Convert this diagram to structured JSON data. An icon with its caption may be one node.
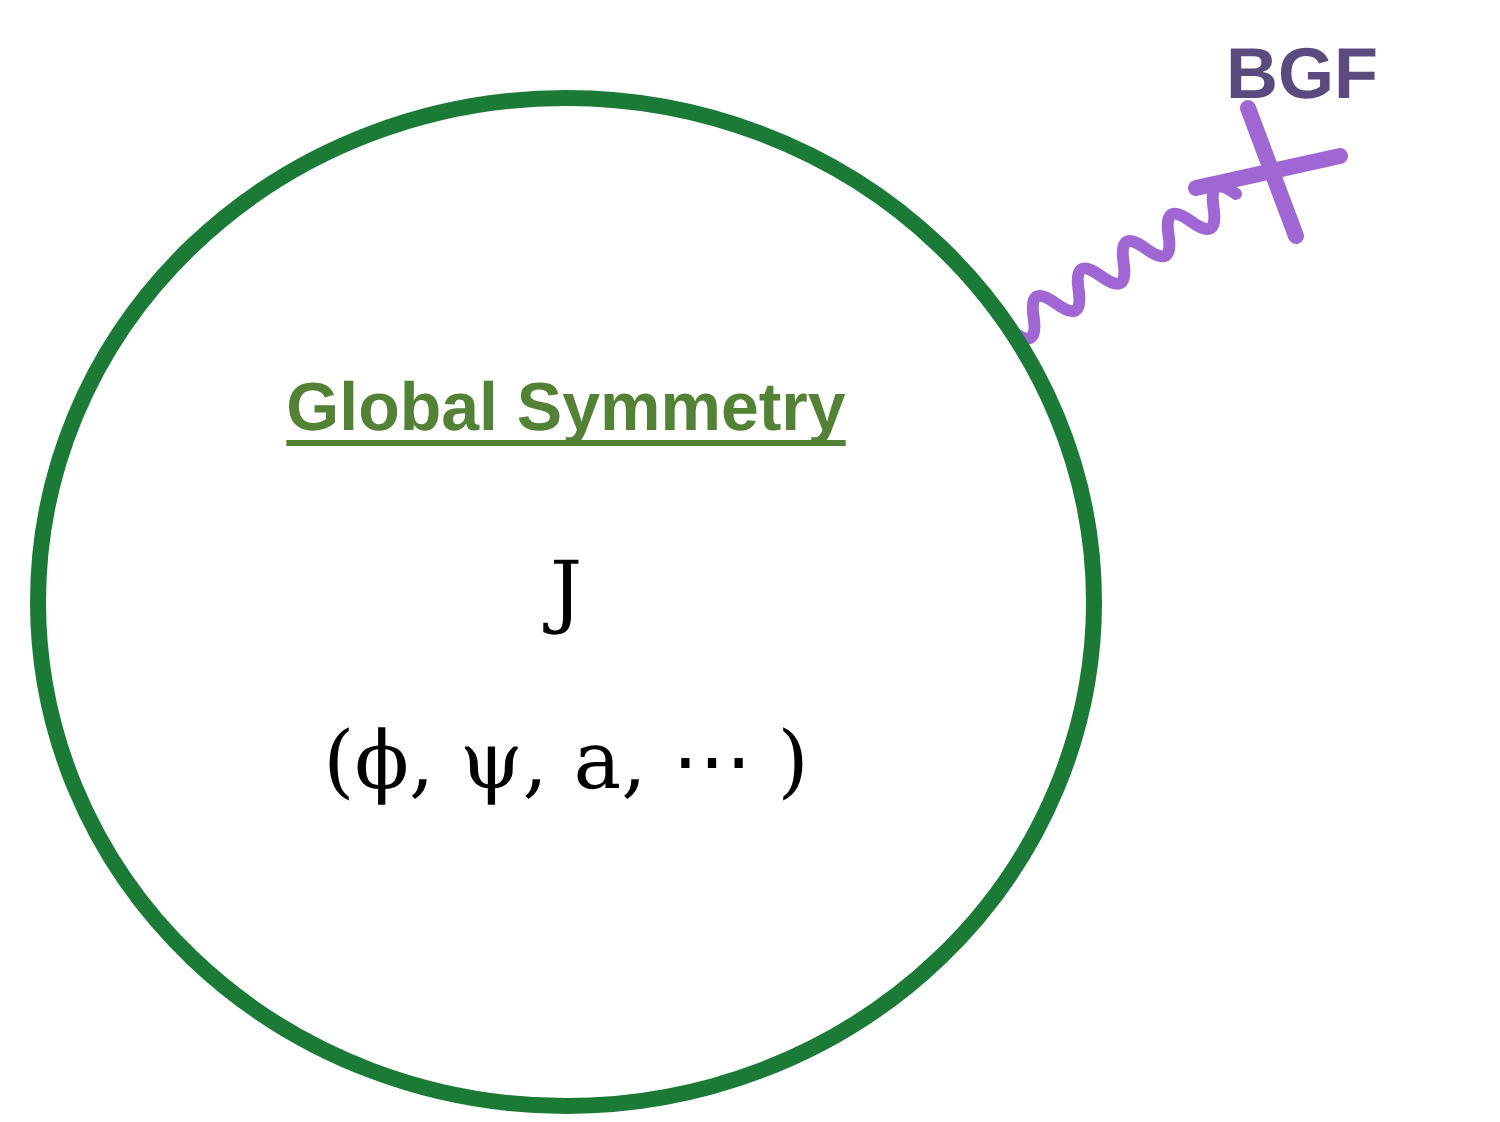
{
  "diagram": {
    "nodes": [
      {
        "text": [
          "Global Symmetry",
          "J",
          "(ϕ, ψ, a, ⋯ )"
        ]
      },
      {
        "text": [],
        "shape": "cross",
        "beside": [
          "BGF"
        ]
      }
    ],
    "edges": [
      {
        "from": 0,
        "to": 1,
        "arrow": "none"
      }
    ]
  }
}
